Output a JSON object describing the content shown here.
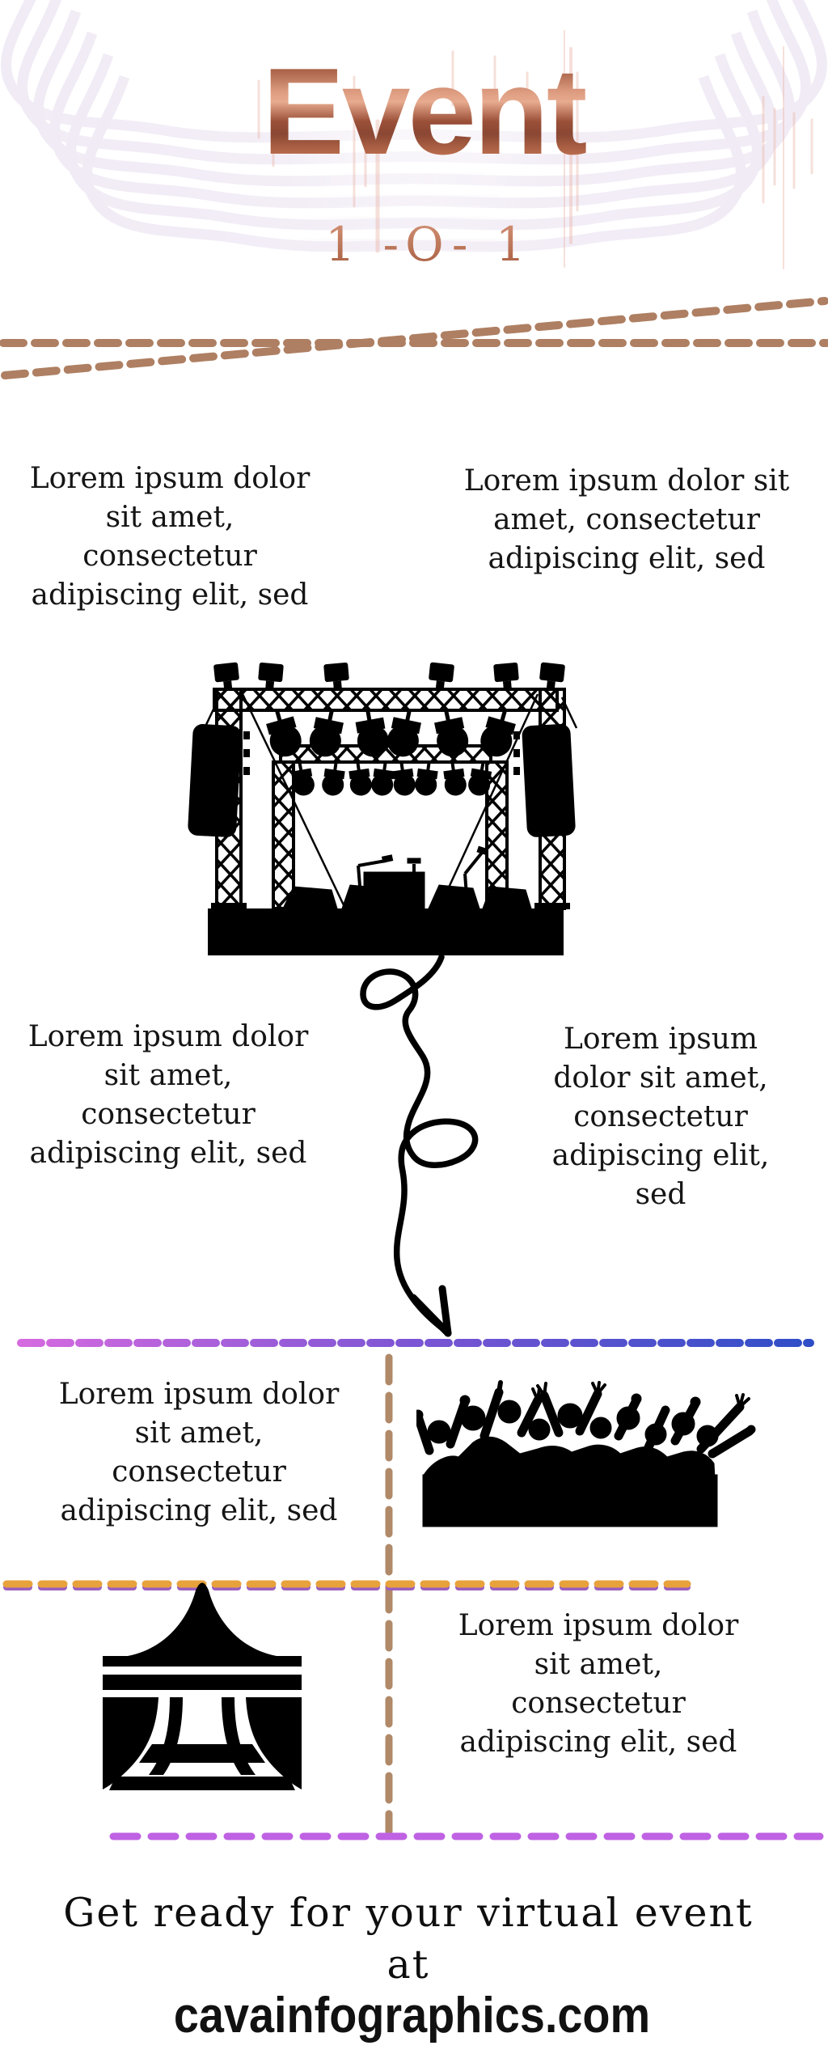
{
  "header": {
    "title": "Event",
    "subtitle": "1 -O- 1"
  },
  "blocks": {
    "top_left": "Lorem ipsum dolor\nsit amet,\nconsectetur\nadipiscing elit, sed",
    "top_right": "Lorem ipsum dolor sit\namet, consectetur\nadipiscing elit, sed",
    "mid_left": "Lorem ipsum dolor\nsit amet,\nconsectetur\nadipiscing elit, sed",
    "mid_right": "Lorem ipsum\ndolor sit amet,\nconsectetur\nadipiscing elit,\nsed",
    "bottom_left": "Lorem ipsum dolor\nsit amet,\nconsectetur\nadipiscing elit, sed",
    "bottom_right": "Lorem ipsum dolor\nsit amet,\nconsectetur\nadipiscing elit, sed"
  },
  "footer": {
    "line1": "Get ready for your virtual event",
    "line2": "at",
    "site": "cavainfographics.com"
  },
  "icons": {
    "stage": "concert-stage-silhouette",
    "arrow": "hand-drawn-squiggle-arrow",
    "crowd": "cheering-crowd-silhouette",
    "tent": "event-tent-silhouette",
    "waves": "corner-wave-decoration",
    "soundwave": "faint-soundwave-lines"
  },
  "colors": {
    "copper_dark": "#8d4e3a",
    "copper_light": "#e7ab8f",
    "dash_brown": "#ae7f62",
    "dash_tan": "#b08968",
    "dash_gradient_left": "#d66ae0",
    "dash_gradient_right": "#2e4ec7",
    "dash_orange": "#e8a23c",
    "dash_purple": "#9a5fc0",
    "dash_violet": "#bf62e3",
    "silhouette": "#000000",
    "wave": "#f1ebf5"
  }
}
